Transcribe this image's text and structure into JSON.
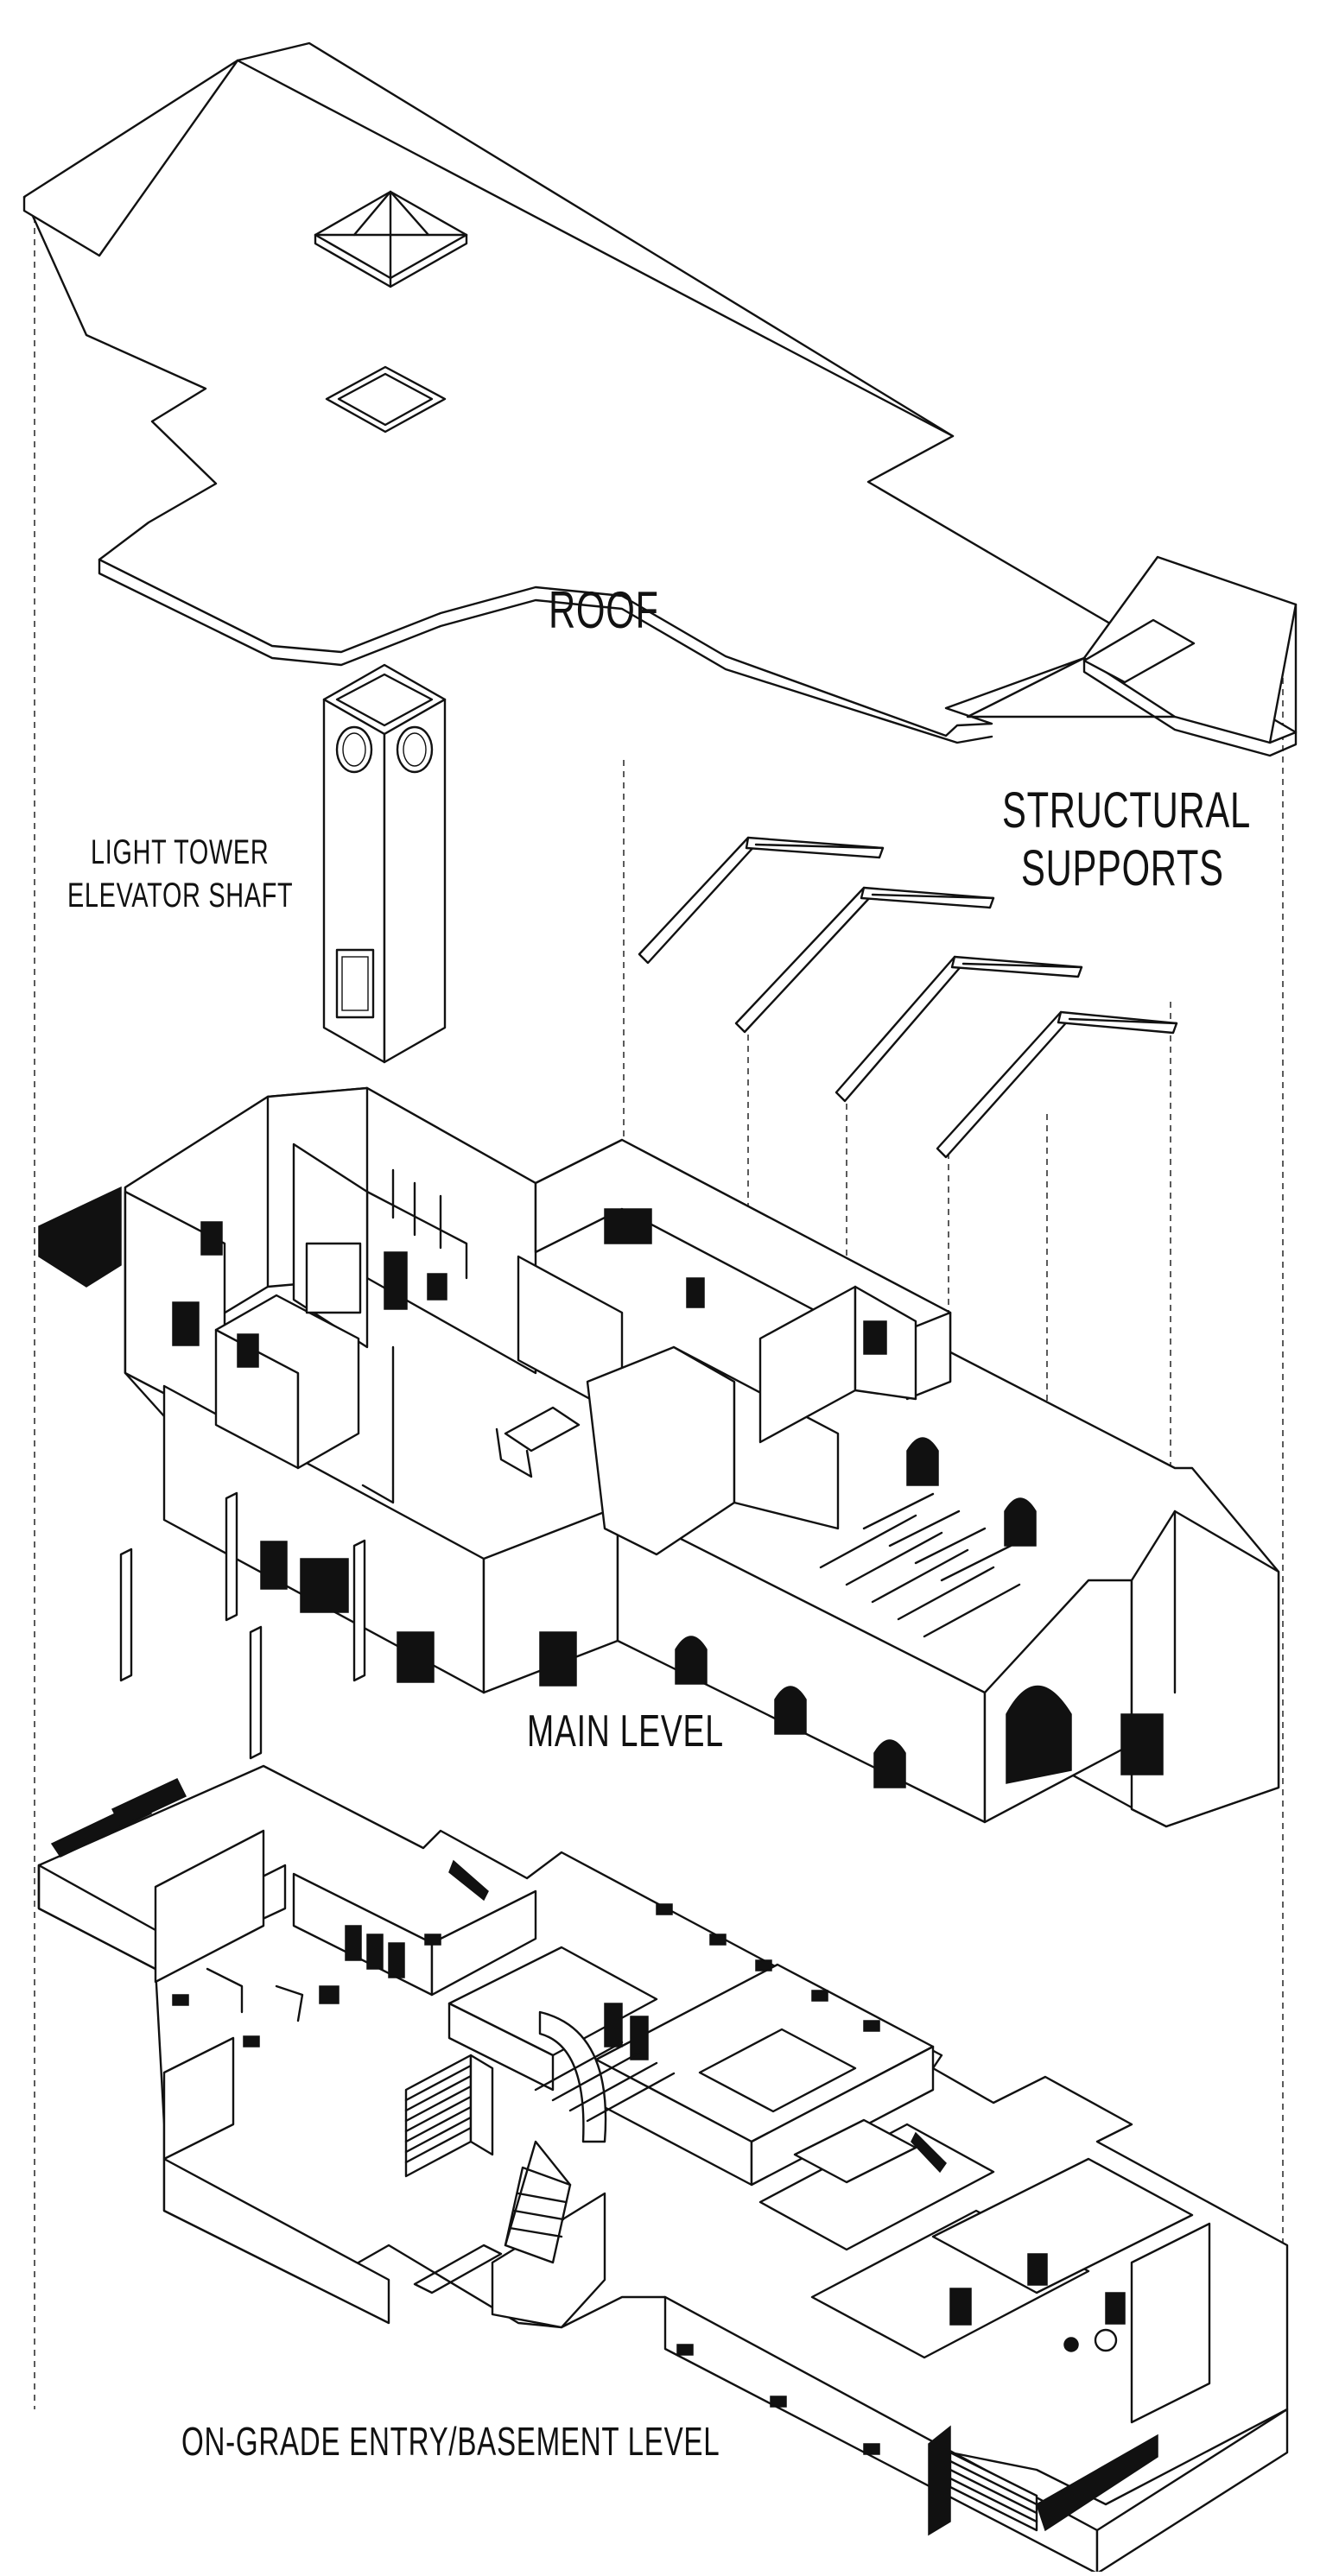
{
  "diagram": {
    "labels": {
      "roof": "ROOF",
      "light_tower_line1": "LIGHT TOWER",
      "light_tower_line2": "ELEVATOR SHAFT",
      "structural_line1": "STRUCTURAL",
      "structural_line2": "SUPPORTS",
      "main_level": "MAIN LEVEL",
      "basement_level": "ON-GRADE ENTRY/BASEMENT LEVEL"
    },
    "components": [
      "roof",
      "light-tower-elevator-shaft",
      "structural-supports",
      "main-level",
      "basement-level"
    ]
  }
}
